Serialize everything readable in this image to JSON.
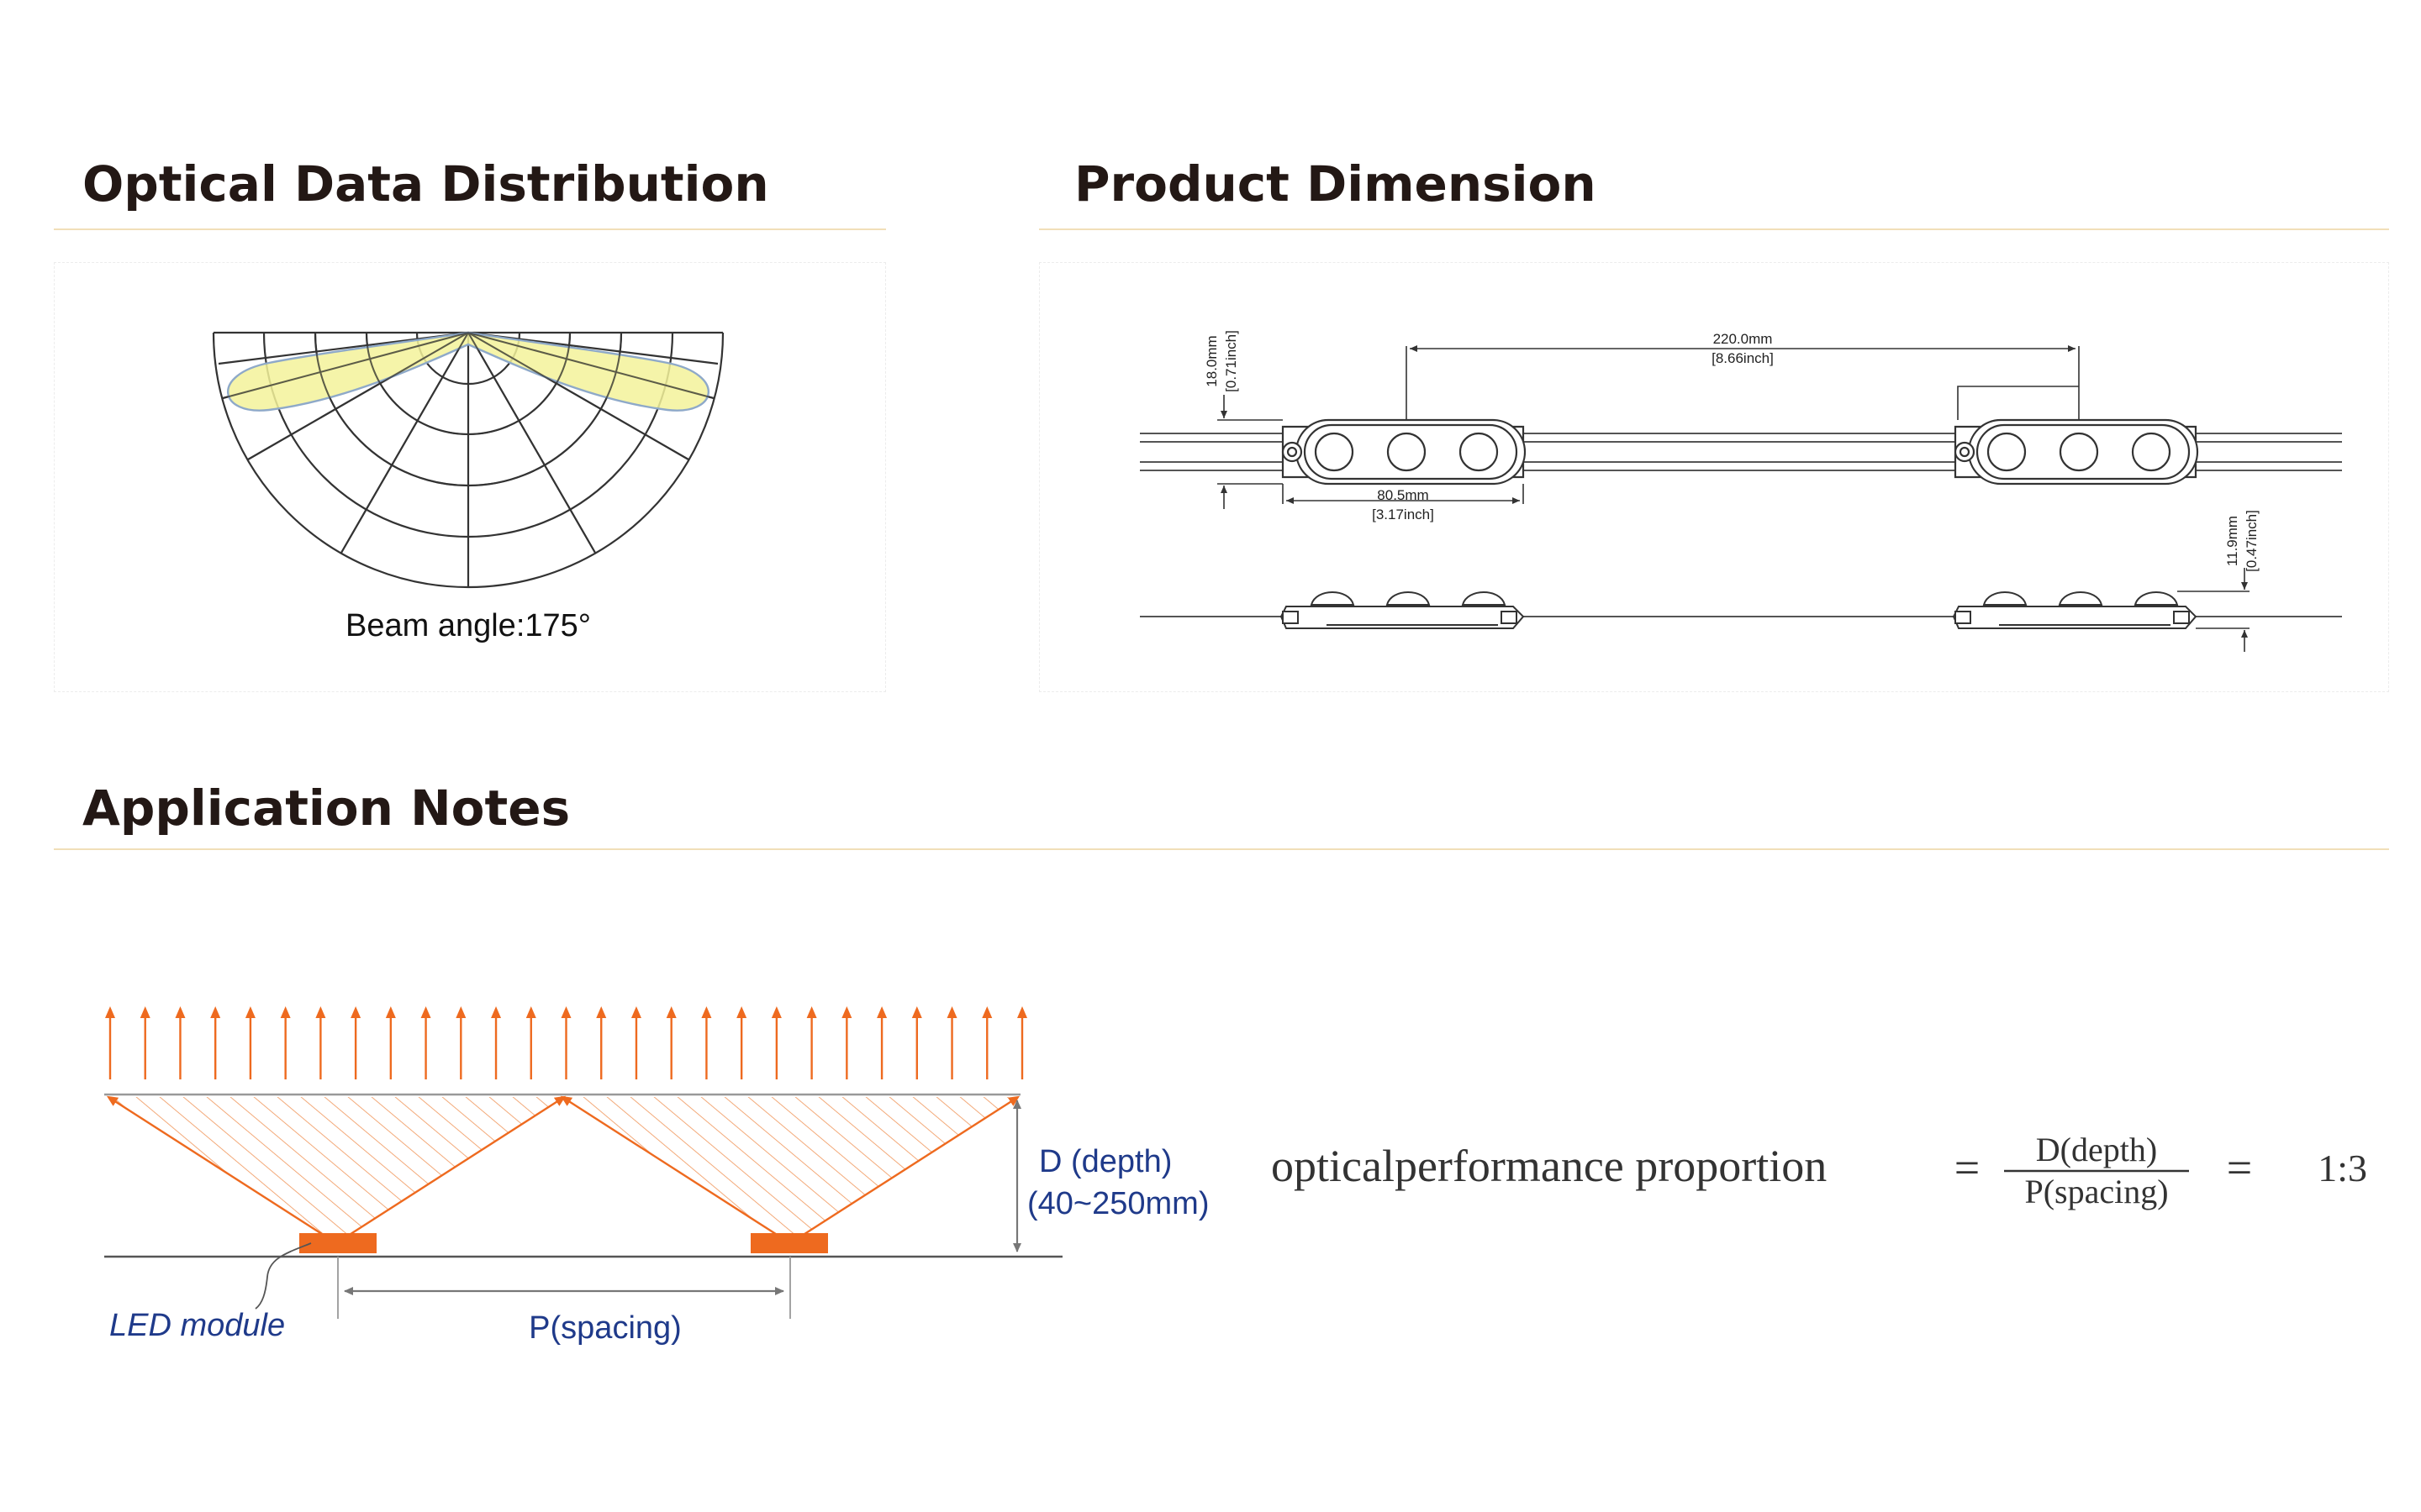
{
  "sections": {
    "optical": {
      "title": "Optical Data Distribution",
      "beam_label": "Beam angle:175°"
    },
    "dimension": {
      "title": "Product Dimension",
      "pitch_mm": "220.0mm",
      "pitch_in": "[8.66inch]",
      "length_mm": "80.5mm",
      "length_in": "[3.17inch]",
      "width_mm": "18.0mm",
      "width_in": "[0.71inch]",
      "height_mm": "11.9mm",
      "height_in": "[0.47inch]"
    },
    "application": {
      "title": "Application Notes",
      "depth_label": "D (depth)",
      "depth_range": "(40~250mm)",
      "spacing_label": "P(spacing)",
      "module_label": "LED module",
      "formula": {
        "lhs": "opticalperformance proportion",
        "eq1": "=",
        "numerator": "D(depth)",
        "denominator": "P(spacing)",
        "eq2": "=",
        "ratio": "1:3"
      }
    }
  },
  "colors": {
    "accent": "#ee6a1f",
    "label_blue": "#1f3a8a",
    "beam_fill": "#f3f29a",
    "rule": "#f1dfb8"
  }
}
